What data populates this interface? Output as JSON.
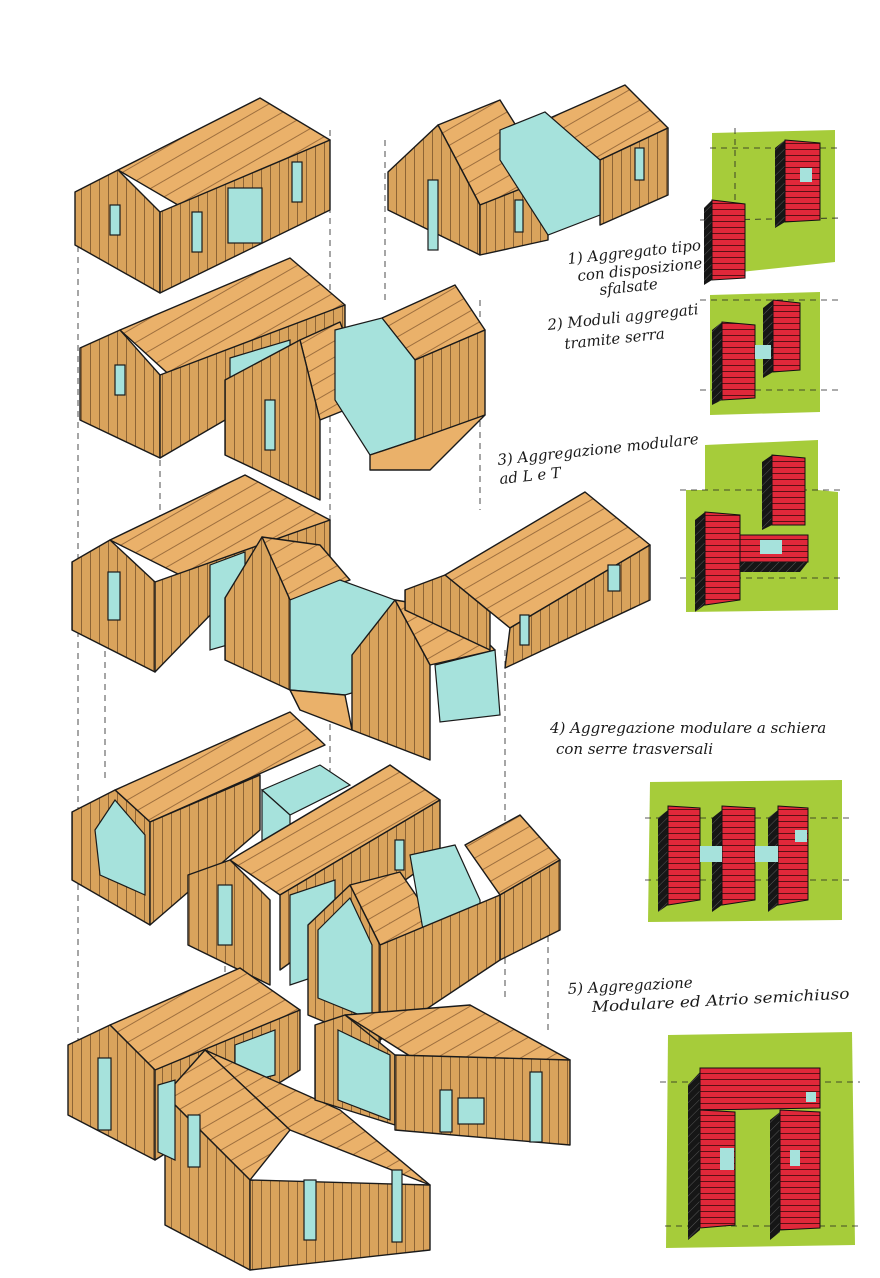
{
  "colors": {
    "wood_light": "#eab16a",
    "wood_mid": "#d9a35c",
    "wood_dark": "#c48c4b",
    "glass": "#a6e2dc",
    "ink": "#1a1a1a",
    "grass": "#a6cc3a",
    "block_red": "#e0283a",
    "block_dark": "#161616"
  },
  "captions": [
    {
      "id": "1",
      "lines": [
        "1) Aggregato tipo",
        "con disposizione",
        "sfalsate"
      ]
    },
    {
      "id": "2",
      "lines": [
        "2) Moduli aggregati",
        "tramite serra"
      ]
    },
    {
      "id": "3",
      "lines": [
        "3) Aggregazione modulare",
        "ad L e T"
      ]
    },
    {
      "id": "4",
      "lines": [
        "4) Aggregazione modulare a schiera",
        "con serre trasversali"
      ]
    },
    {
      "id": "5",
      "lines": [
        "5) Aggregazione",
        "Modulare ed Atrio semichiuso"
      ]
    }
  ],
  "icons": [
    "house-module-icon",
    "greenhouse-icon",
    "site-plan-icon"
  ]
}
